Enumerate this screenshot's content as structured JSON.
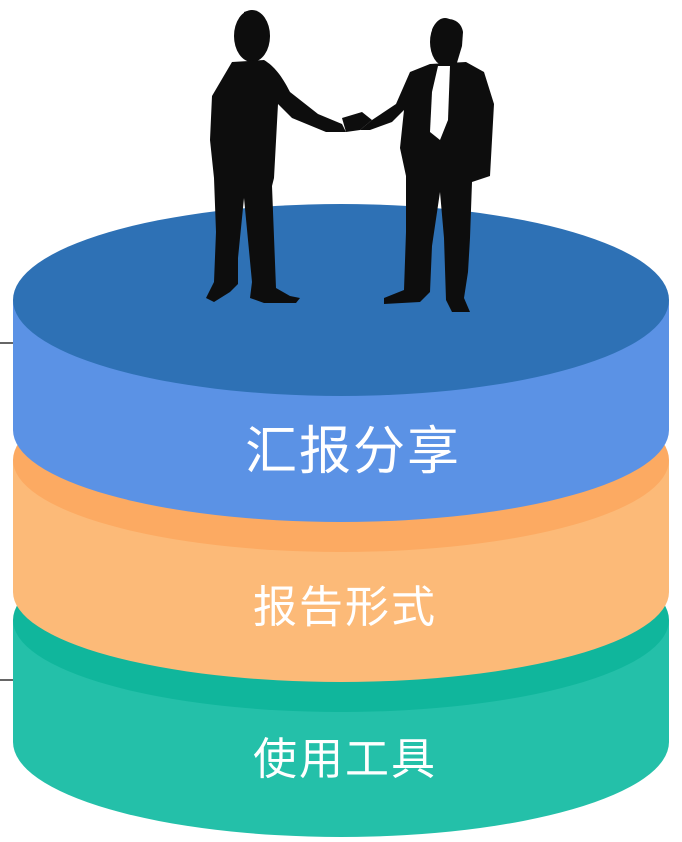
{
  "layers": [
    {
      "label": "汇报分享",
      "color": "#5b92e5",
      "top_color": "#2e71b5"
    },
    {
      "label": "报告形式",
      "color": "#fcba78",
      "top_color": "#fcaa62"
    },
    {
      "label": "使用工具",
      "color": "#24c0a9",
      "top_color": "#10b69c"
    }
  ],
  "figure": "handshake-silhouette"
}
